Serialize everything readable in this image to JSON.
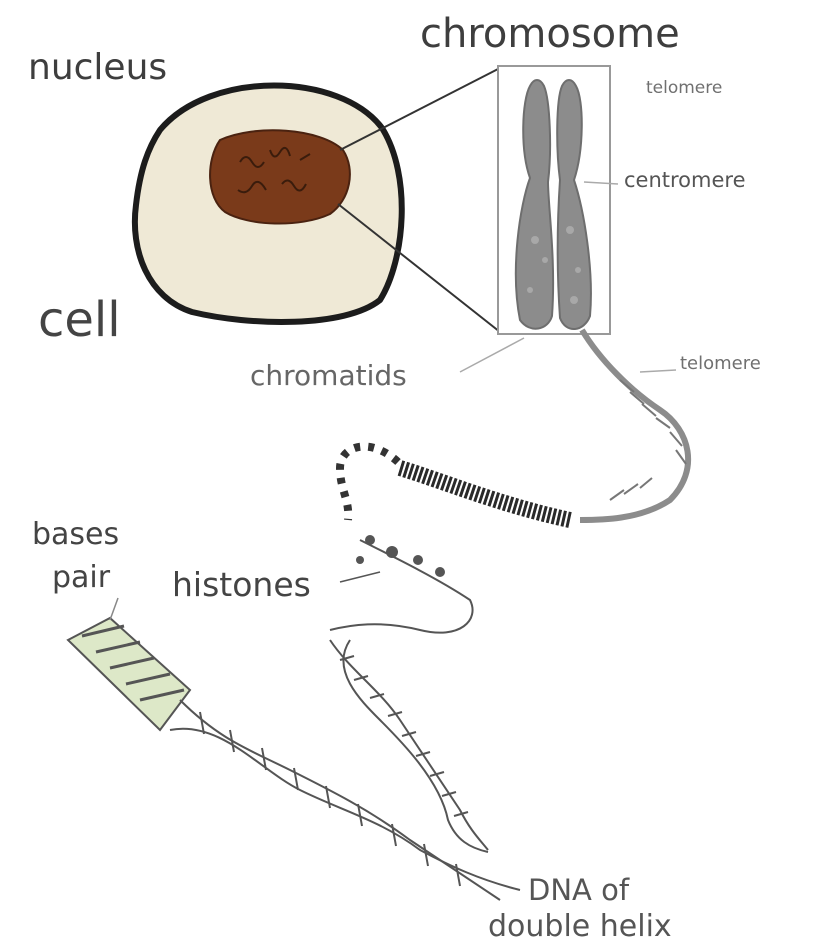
{
  "labels": {
    "nucleus": "nucleus",
    "chromosome": "chromosome",
    "telomere_top": "telomere",
    "centromere": "centromere",
    "cell": "cell",
    "chromatids": "chromatids",
    "telomere_bottom": "telomere",
    "bases": "bases",
    "pair": "pair",
    "histones": "histones",
    "dna_line1": "DNA of",
    "dna_line2": "double helix"
  },
  "colors": {
    "cell_fill": "#efe9d6",
    "cell_outline": "#1c1c1c",
    "nucleus_fill": "#7a3a1a",
    "chromosome_fill": "#8c8c8c",
    "line": "#555555",
    "text": "#454545",
    "base_pair_fill": "#dde8c8"
  }
}
